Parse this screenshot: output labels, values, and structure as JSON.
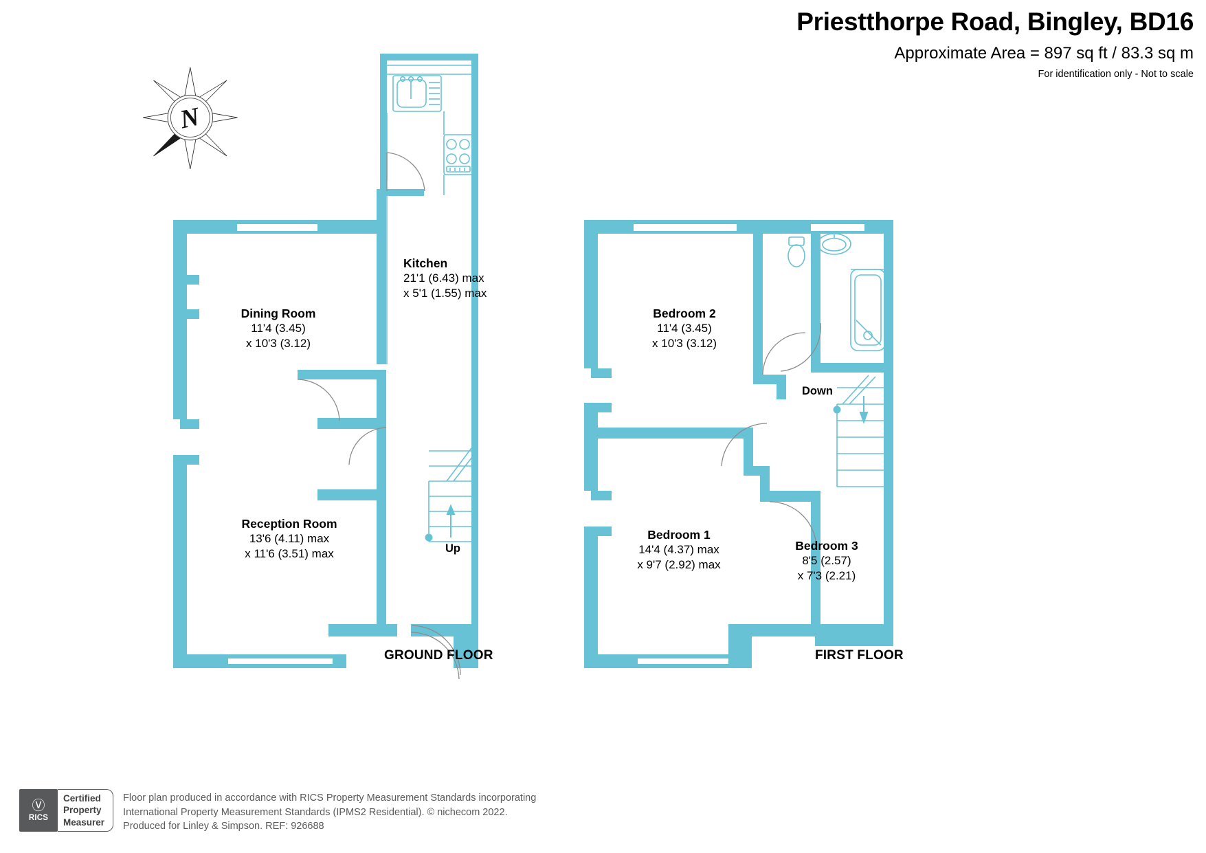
{
  "header": {
    "title": "Priestthorpe Road, Bingley, BD16",
    "area": "Approximate Area = 897 sq ft / 83.3 sq m",
    "note": "For identification only - Not to scale"
  },
  "compass": {
    "letter": "N",
    "name": "north-arrow"
  },
  "floors": [
    {
      "id": "ground",
      "caption": "GROUND FLOOR",
      "rooms": [
        {
          "name": "Kitchen",
          "dim1": "21'1 (6.43) max",
          "dim2": "x 5'1 (1.55) max"
        },
        {
          "name": "Dining Room",
          "dim1": "11'4 (3.45)",
          "dim2": "x 10'3 (3.12)"
        },
        {
          "name": "Reception Room",
          "dim1": "13'6 (4.11) max",
          "dim2": "x 11'6 (3.51) max"
        }
      ],
      "stairs": [
        {
          "label": "Up"
        }
      ]
    },
    {
      "id": "first",
      "caption": "FIRST FLOOR",
      "rooms": [
        {
          "name": "Bedroom 2",
          "dim1": "11'4 (3.45)",
          "dim2": "x 10'3 (3.12)"
        },
        {
          "name": "Bedroom 1",
          "dim1": "14'4 (4.37) max",
          "dim2": "x 9'7 (2.92) max"
        },
        {
          "name": "Bedroom 3",
          "dim1": "8'5 (2.57)",
          "dim2": "x 7'3 (2.21)"
        }
      ],
      "stairs": [
        {
          "label": "Down"
        }
      ]
    }
  ],
  "footer": {
    "badge": {
      "mark": "RICS",
      "line1": "Certified",
      "line2": "Property",
      "line3": "Measurer"
    },
    "disclaimer_line1": "Floor plan produced in accordance with RICS Property Measurement Standards incorporating",
    "disclaimer_line2": "International Property Measurement Standards (IPMS2 Residential).   © nichecom 2022.",
    "disclaimer_line3": "Produced for Linley & Simpson.   REF: 926688"
  },
  "colors": {
    "wall": "#68c2d6",
    "fixture_stroke": "#68c2d6",
    "door_stroke": "#8c8c8c",
    "text": "#000000",
    "footer_text": "#5a5a5a",
    "badge": "#58595b"
  }
}
